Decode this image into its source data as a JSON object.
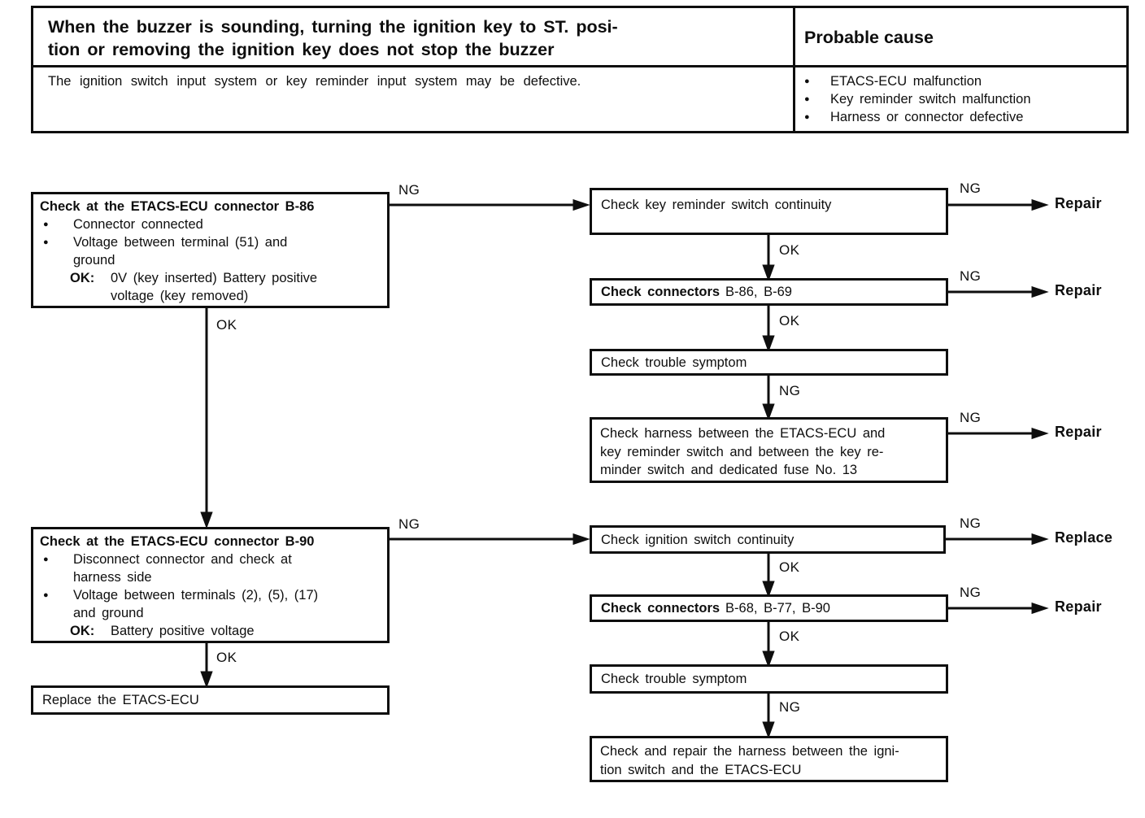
{
  "header": {
    "problem_lines": [
      "When the buzzer is sounding, turning the ignition key to ST. posi-",
      "tion or removing the ignition key does not stop the buzzer"
    ],
    "probable_cause_title": "Probable cause",
    "description": "The ignition switch input system or key reminder input system may be defective.",
    "causes": [
      "ETACS-ECU malfunction",
      "Key reminder switch malfunction",
      "Harness or connector defective"
    ]
  },
  "icons": {
    "bullet": "●"
  },
  "labels": {
    "ng": "NG",
    "ok": "OK",
    "repair": "Repair",
    "replace": "Replace"
  },
  "flow": {
    "check_b86": {
      "title": "Check at the ETACS-ECU connector B-86",
      "b1_lines": [
        "Connector connected"
      ],
      "b2_lines": [
        "Voltage between terminal (51) and",
        "ground"
      ],
      "ok_key": "OK:",
      "ok_lines": [
        "0V (key inserted) Battery positive",
        "voltage (key removed)"
      ]
    },
    "key_reminder_continuity": "Check key reminder switch continuity",
    "connectors_b86_b69": {
      "bold": "Check connectors",
      "rest": "B-86, B-69"
    },
    "trouble_symptom_1": "Check trouble symptom",
    "harness_key_reminder_lines": [
      "Check harness between the ETACS-ECU and",
      "key reminder switch and between the key re-",
      "minder switch and dedicated fuse No. 13"
    ],
    "check_b90": {
      "title": "Check at the ETACS-ECU connector B-90",
      "b1_lines": [
        "Disconnect connector and check at",
        "harness side"
      ],
      "b2_lines": [
        "Voltage between terminals (2), (5), (17)",
        "and ground"
      ],
      "ok_key": "OK:",
      "ok_lines": [
        "Battery positive voltage"
      ]
    },
    "ignition_continuity": "Check ignition switch continuity",
    "connectors_b68_b77_b90": {
      "bold": "Check connectors",
      "rest": "B-68, B-77, B-90"
    },
    "trouble_symptom_2": "Check trouble symptom",
    "harness_ignition_lines": [
      "Check and repair the harness between the igni-",
      "tion switch and the ETACS-ECU"
    ],
    "replace_etacs": "Replace the ETACS-ECU"
  }
}
